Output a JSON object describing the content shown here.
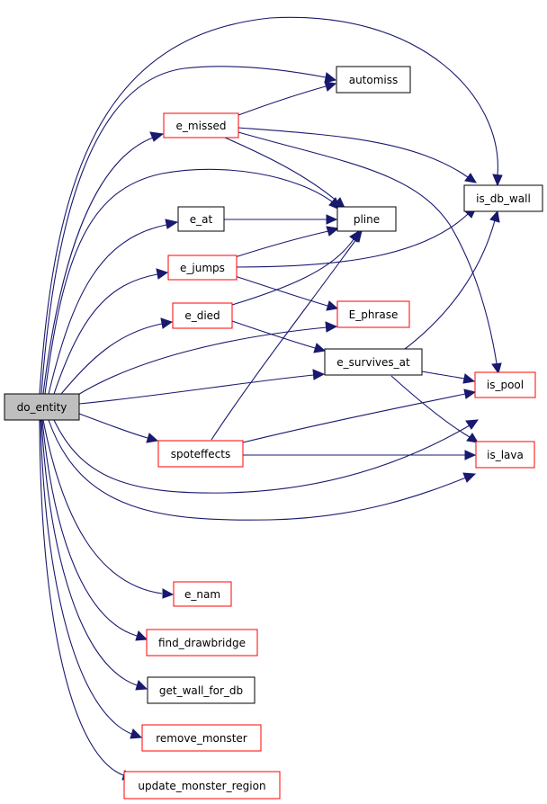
{
  "colors": {
    "edge": "#191970",
    "root_fill": "#bfbfbf",
    "root_border": "#000000",
    "node_fill": "#ffffff",
    "red_border": "#ff0000",
    "black_border": "#000000"
  },
  "nodes": {
    "do_entity": {
      "label": "do_entity",
      "border": "root"
    },
    "automiss": {
      "label": "automiss",
      "border": "black"
    },
    "e_missed": {
      "label": "e_missed",
      "border": "red"
    },
    "is_db_wall": {
      "label": "is_db_wall",
      "border": "black"
    },
    "e_at": {
      "label": "e_at",
      "border": "black"
    },
    "pline": {
      "label": "pline",
      "border": "black"
    },
    "e_jumps": {
      "label": "e_jumps",
      "border": "red"
    },
    "e_died": {
      "label": "e_died",
      "border": "red"
    },
    "E_phrase": {
      "label": "E_phrase",
      "border": "red"
    },
    "e_survives_at": {
      "label": "e_survives_at",
      "border": "black"
    },
    "is_pool": {
      "label": "is_pool",
      "border": "red"
    },
    "spoteffects": {
      "label": "spoteffects",
      "border": "red"
    },
    "is_lava": {
      "label": "is_lava",
      "border": "red"
    },
    "e_nam": {
      "label": "e_nam",
      "border": "red"
    },
    "find_drawbridge": {
      "label": "find_drawbridge",
      "border": "red"
    },
    "get_wall_for_db": {
      "label": "get_wall_for_db",
      "border": "black"
    },
    "remove_monster": {
      "label": "remove_monster",
      "border": "red"
    },
    "update_monster_region": {
      "label": "update_monster_region",
      "border": "red"
    }
  },
  "edges": [
    {
      "from": "do_entity",
      "to": "automiss"
    },
    {
      "from": "do_entity",
      "to": "e_missed"
    },
    {
      "from": "do_entity",
      "to": "is_db_wall"
    },
    {
      "from": "do_entity",
      "to": "pline"
    },
    {
      "from": "do_entity",
      "to": "e_at"
    },
    {
      "from": "do_entity",
      "to": "e_jumps"
    },
    {
      "from": "do_entity",
      "to": "e_died"
    },
    {
      "from": "do_entity",
      "to": "E_phrase"
    },
    {
      "from": "do_entity",
      "to": "e_survives_at"
    },
    {
      "from": "do_entity",
      "to": "spoteffects"
    },
    {
      "from": "do_entity",
      "to": "is_pool"
    },
    {
      "from": "do_entity",
      "to": "is_lava"
    },
    {
      "from": "do_entity",
      "to": "e_nam"
    },
    {
      "from": "do_entity",
      "to": "find_drawbridge"
    },
    {
      "from": "do_entity",
      "to": "get_wall_for_db"
    },
    {
      "from": "do_entity",
      "to": "remove_monster"
    },
    {
      "from": "do_entity",
      "to": "update_monster_region"
    },
    {
      "from": "e_missed",
      "to": "automiss"
    },
    {
      "from": "e_missed",
      "to": "is_db_wall"
    },
    {
      "from": "e_missed",
      "to": "pline"
    },
    {
      "from": "e_missed",
      "to": "is_pool"
    },
    {
      "from": "e_at",
      "to": "pline"
    },
    {
      "from": "e_jumps",
      "to": "pline"
    },
    {
      "from": "e_jumps",
      "to": "is_db_wall"
    },
    {
      "from": "e_jumps",
      "to": "E_phrase"
    },
    {
      "from": "e_died",
      "to": "pline"
    },
    {
      "from": "e_died",
      "to": "e_survives_at"
    },
    {
      "from": "e_survives_at",
      "to": "is_db_wall"
    },
    {
      "from": "e_survives_at",
      "to": "is_pool"
    },
    {
      "from": "e_survives_at",
      "to": "is_lava"
    },
    {
      "from": "spoteffects",
      "to": "pline"
    },
    {
      "from": "spoteffects",
      "to": "is_pool"
    },
    {
      "from": "spoteffects",
      "to": "is_lava"
    }
  ]
}
